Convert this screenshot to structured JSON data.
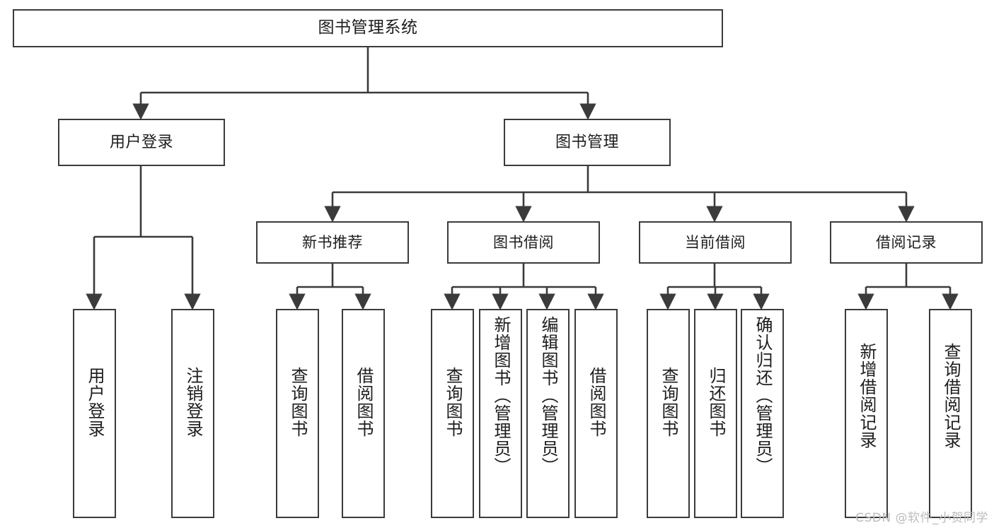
{
  "diagram": {
    "title": "图书管理系统",
    "root": {
      "label": "图书管理系统"
    },
    "level2": [
      {
        "label": "用户登录"
      },
      {
        "label": "图书管理"
      }
    ],
    "level3": [
      {
        "label": "新书推荐"
      },
      {
        "label": "图书借阅"
      },
      {
        "label": "当前借阅"
      },
      {
        "label": "借阅记录"
      }
    ],
    "leaves": [
      {
        "label": "用户登录",
        "parent": "用户登录"
      },
      {
        "label": "注销登录",
        "parent": "用户登录"
      },
      {
        "label": "查询图书",
        "parent": "新书推荐"
      },
      {
        "label": "借阅图书",
        "parent": "新书推荐"
      },
      {
        "label": "查询图书",
        "parent": "图书借阅"
      },
      {
        "label": "新增图书（管理员）",
        "parent": "图书借阅"
      },
      {
        "label": "编辑图书（管理员）",
        "parent": "图书借阅"
      },
      {
        "label": "借阅图书",
        "parent": "图书借阅"
      },
      {
        "label": "查询图书",
        "parent": "当前借阅"
      },
      {
        "label": "归还图书",
        "parent": "当前借阅"
      },
      {
        "label": "确认归还（管理员）",
        "parent": "当前借阅"
      },
      {
        "label": "新增借阅记录",
        "parent": "借阅记录"
      },
      {
        "label": "查询借阅记录",
        "parent": "借阅记录"
      }
    ],
    "colors": {
      "stroke": "#3b3b3b",
      "fill": "#ffffff",
      "text": "#1d1d1d",
      "watermark": "#bcbcbc"
    }
  },
  "watermark": {
    "text": "CSDN @软件_小贺同学"
  }
}
